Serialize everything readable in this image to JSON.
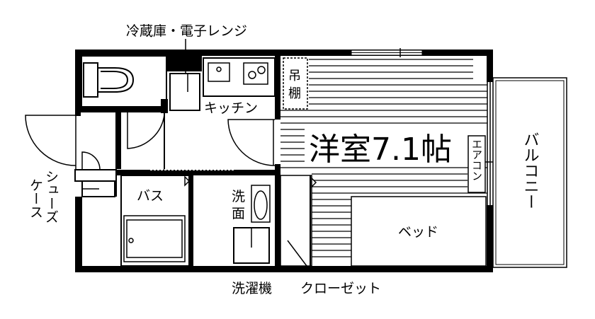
{
  "labels": {
    "fridge_range": "冷蔵庫・電子レンジ",
    "kitchen": "キッチン",
    "hanging_cabinet_1": "吊",
    "hanging_cabinet_2": "棚",
    "room": "洋室7.1帖",
    "aircon": "エアコン",
    "balcony": "バルコニー",
    "shoe_case_1": "シューズ",
    "shoe_case_2": "ケース",
    "bath": "バス",
    "washbasin_1": "洗",
    "washbasin_2": "面",
    "bed": "ベッド",
    "washing_machine": "洗濯機",
    "closet": "クローゼット"
  },
  "colors": {
    "wall": "#000000",
    "background": "#ffffff",
    "hatch": "#000000"
  }
}
